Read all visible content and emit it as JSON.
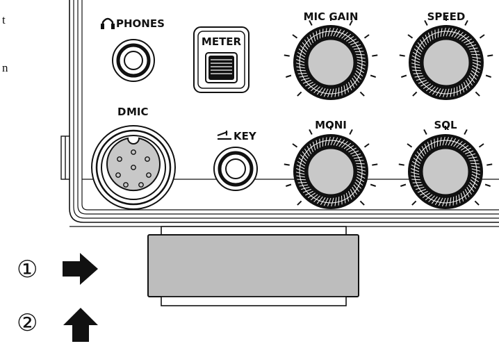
{
  "side_text": [
    "t",
    "n"
  ],
  "labels": {
    "phones": "PHONES",
    "meter": "METER",
    "mic_gain": "MIC GAIN",
    "speed": "SPEED",
    "mic": "MIC",
    "key": "KEY",
    "moni": "MONI",
    "sql": "SQL"
  },
  "steps": [
    {
      "number": "①",
      "arrow": "right-arrow-icon"
    },
    {
      "number": "②",
      "arrow": "up-arrow-icon"
    }
  ],
  "colors": {
    "line": "#111111",
    "knob_face": "#c8c8c8",
    "tab_fill": "#bdbdbd",
    "panel": "#ffffff"
  }
}
